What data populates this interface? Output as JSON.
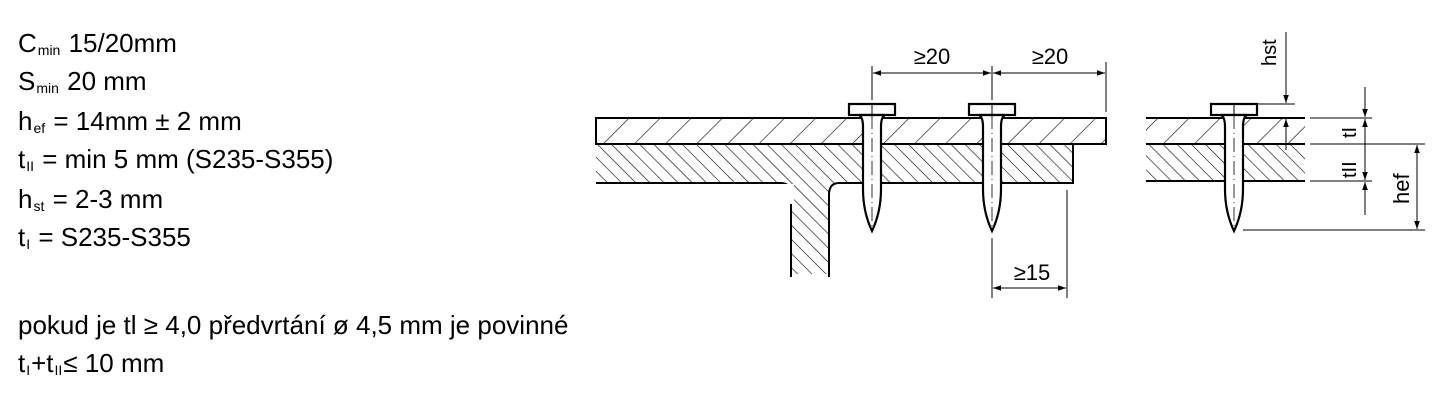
{
  "specs": [
    {
      "symbol": "C",
      "sub": "min",
      "text": " 15/20mm"
    },
    {
      "symbol": "S",
      "sub": "min",
      "text": " 20 mm"
    },
    {
      "symbol": "h",
      "sub": "ef",
      "text": " = 14mm ± 2 mm"
    },
    {
      "symbol": "t",
      "sub": "II",
      "text": " = min 5 mm (S235-S355)"
    },
    {
      "symbol": "h",
      "sub": "st",
      "text": " = 2-3 mm"
    },
    {
      "symbol": "t",
      "sub": "I",
      "text": " = S235-S355"
    }
  ],
  "notes": {
    "predrill": "pokud je tl ≥ 4,0 předvrtání ø 4,5 mm je povinné",
    "sum": {
      "a": "t",
      "a_sub": "I",
      "plus": "+t",
      "b_sub": "II",
      "rest": "≤ 10 mm"
    }
  },
  "diagram": {
    "spacing_1": "≥20",
    "spacing_2": "≥20",
    "edge_distance": "≥15",
    "label_hst": "hst",
    "label_tI": "tI",
    "label_tII": "tII",
    "label_hef": "hef"
  }
}
